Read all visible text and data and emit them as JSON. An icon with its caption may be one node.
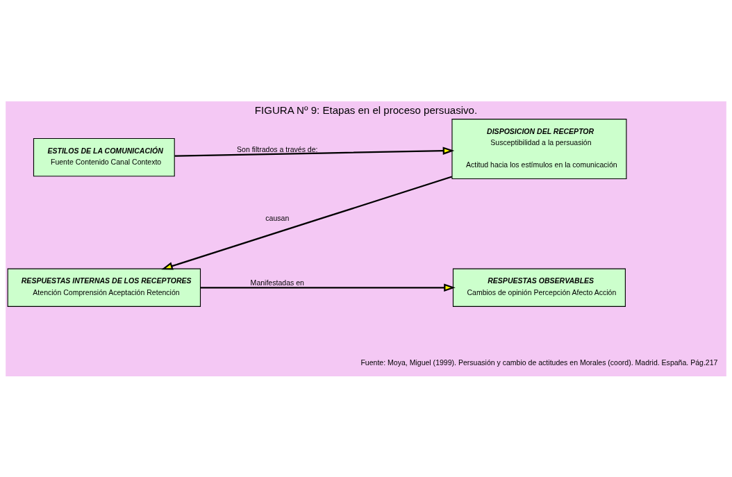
{
  "diagram": {
    "title": "FIGURA Nº 9: Etapas en el proceso persuasivo.",
    "caption": "Fuente: Moya, Miguel (1999). Persuasión y cambio de actitudes en Morales (coord). Madrid. España. Pág.217",
    "nodes": [
      {
        "text": [
          "ESTILOS DE LA COMUNICACIÓN",
          "Fuente Contenido Canal Contexto"
        ]
      },
      {
        "text": [
          "DISPOSICION DEL RECEPTOR",
          "Susceptibilidad a la persuasión",
          "Actitud hacia los estímulos en la comunicación"
        ]
      },
      {
        "text": [
          "RESPUESTAS INTERNAS DE LOS RECEPTORES",
          "Atención Comprensión Aceptación Retención"
        ]
      },
      {
        "text": [
          "RESPUESTAS OBSERVABLES",
          "Cambios de opinión Percepción Afecto Acción"
        ]
      }
    ],
    "edges": [
      {
        "from": 0,
        "to": 1,
        "arrow": "to",
        "label": "Son filtrados a través de:"
      },
      {
        "from": 1,
        "to": 2,
        "arrow": "to",
        "label": "causan"
      },
      {
        "from": 2,
        "to": 3,
        "arrow": "to",
        "label": "Manifestadas en"
      }
    ]
  }
}
